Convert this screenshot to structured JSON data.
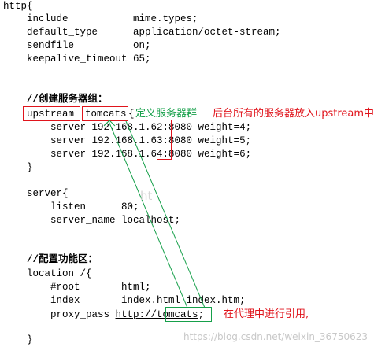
{
  "code": {
    "http_open": "http{",
    "include": "    include           mime.types;",
    "default_type": "    default_type      application/octet-stream;",
    "sendfile": "    sendfile          on;",
    "keepalive": "    keepalive_timeout 65;",
    "comment_group": "    //创建服务器组：",
    "upstream_kw": "upstream",
    "upstream_name": "tomcats",
    "upstream_brace": "{",
    "server_lines": [
      {
        "prefix": "        server 192.168.1.",
        "octet": "62",
        "suffix": ":8080 weight=4;"
      },
      {
        "prefix": "        server 192.168.1.",
        "octet": "63",
        "suffix": ":8080 weight=5;"
      },
      {
        "prefix": "        server 192.168.1.",
        "octet": "64",
        "suffix": ":8080 weight=6;"
      }
    ],
    "upstream_close": "    }",
    "server_open": "    server{",
    "listen": "        listen      80;",
    "server_name": "        server_name localhost;",
    "comment_func": "    //配置功能区：",
    "location_open": "    location /{",
    "root": "        #root       html;",
    "index": "        index       index.html index.htm;",
    "proxy_prefix": "        proxy_pass ",
    "proxy_url_a": "http://",
    "proxy_url_b": "tomcats",
    "proxy_semicolon": ";",
    "location_close": "    }"
  },
  "annotations": {
    "define_group": "定义服务器群",
    "put_servers": "后台所有的服务器放入upstream中",
    "proxy_ref": "在代理中进行引用,"
  },
  "watermark": {
    "text": "https://blog.csdn.net/weixin_36750623",
    "faint": "ht"
  },
  "colors": {
    "red": "#e0141c",
    "green": "#16a04a"
  }
}
